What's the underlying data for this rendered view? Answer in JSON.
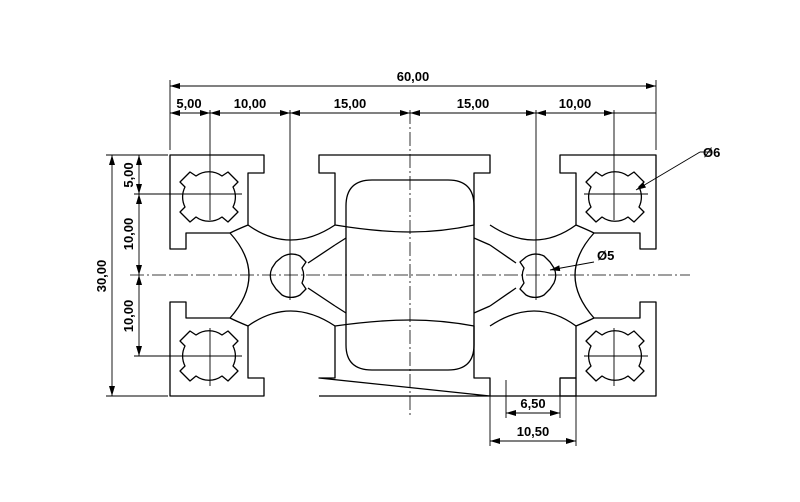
{
  "dimensions": {
    "overall_width": "60,00",
    "seg_1": "5,00",
    "seg_2": "10,00",
    "seg_3": "15,00",
    "seg_4": "15,00",
    "seg_5": "10,00",
    "height_top": "5,00",
    "height_upper": "10,00",
    "height_lower": "10,00",
    "overall_height": "30,00",
    "slot_inner": "6,50",
    "slot_outer": "10,50",
    "hole_large": "Ø6",
    "hole_small": "Ø5"
  },
  "colors": {
    "line": "#000000",
    "background": "#ffffff"
  }
}
